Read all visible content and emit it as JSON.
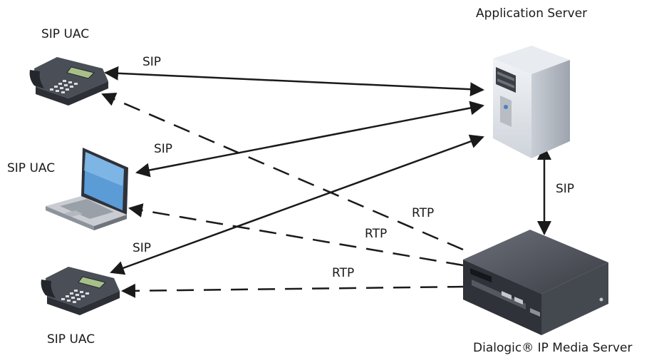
{
  "nodes": {
    "phone_top": {
      "label": "SIP UAC",
      "icon": "desk-phone-icon"
    },
    "laptop": {
      "label": "SIP UAC",
      "icon": "laptop-icon"
    },
    "phone_bottom": {
      "label": "SIP UAC",
      "icon": "desk-phone-icon"
    },
    "app_server": {
      "label": "Application Server",
      "icon": "tower-server-icon"
    },
    "media_server": {
      "label": "Dialogic® IP Media Server",
      "icon": "rack-server-icon"
    }
  },
  "links": {
    "sip_phone_top": "SIP",
    "sip_laptop": "SIP",
    "sip_phone_bottom": "SIP",
    "sip_app_media": "SIP",
    "rtp_phone_top": "RTP",
    "rtp_laptop": "RTP",
    "rtp_phone_bottom": "RTP"
  },
  "colors": {
    "line": "#1a1a1a",
    "device_dark": "#3a3d44",
    "device_light": "#dfe3ea",
    "screen": "#a7c08a"
  }
}
